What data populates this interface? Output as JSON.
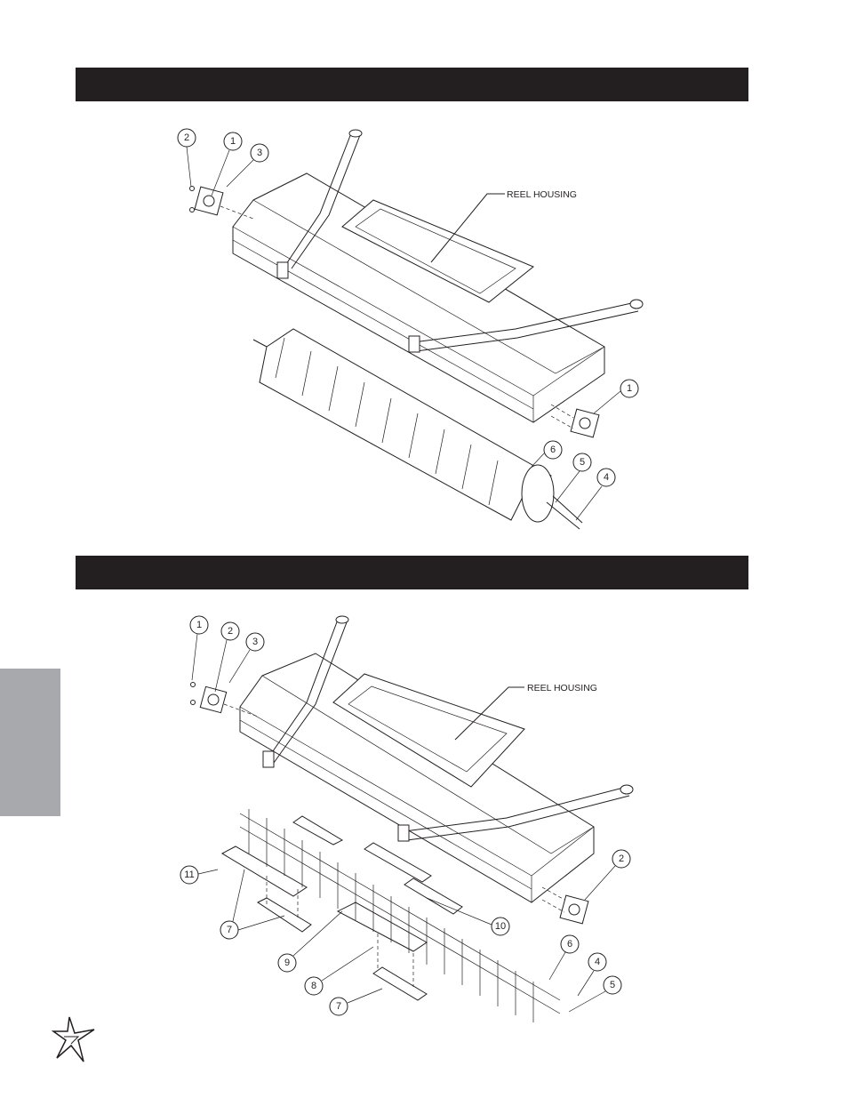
{
  "figures": [
    {
      "label": "REEL HOUSING",
      "callouts": [
        "1",
        "2",
        "3",
        "1",
        "4",
        "5",
        "6"
      ]
    },
    {
      "label": "REEL HOUSING",
      "callouts": [
        "1",
        "2",
        "3",
        "2",
        "4",
        "5",
        "6",
        "7",
        "7",
        "8",
        "9",
        "10",
        "11"
      ]
    }
  ],
  "icons": {
    "logo": "star-logo-icon"
  }
}
